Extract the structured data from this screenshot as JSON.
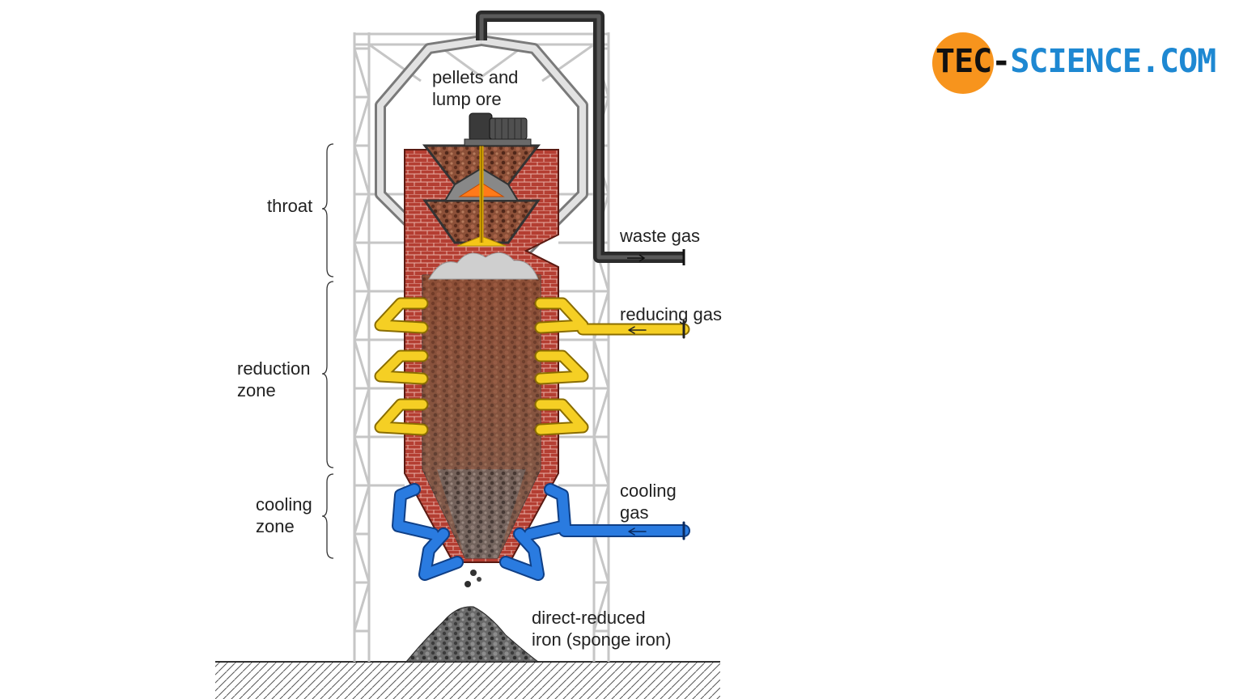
{
  "logo": {
    "part1": "TEC-",
    "part2": "SCIENCE.COM",
    "accent_color": "#f7941d",
    "blue_color": "#1e88d2"
  },
  "labels": {
    "feed": [
      "pellets and",
      "lump ore"
    ],
    "throat": "throat",
    "reduction": [
      "reduction",
      "zone"
    ],
    "cooling_zone": [
      "cooling",
      "zone"
    ],
    "waste_gas": "waste gas",
    "reducing_gas": "reducing gas",
    "cooling_gas": [
      "cooling",
      "gas"
    ],
    "product": [
      "direct-reduced",
      "iron (sponge iron)"
    ]
  },
  "colors": {
    "brick": "#b03c30",
    "ore": "#8a4a32",
    "reducing_gas": "#f2c81e",
    "cooling_gas": "#1f6fd1",
    "waste_gas": "#2a2a2a",
    "frame": "#c8c8c8"
  }
}
